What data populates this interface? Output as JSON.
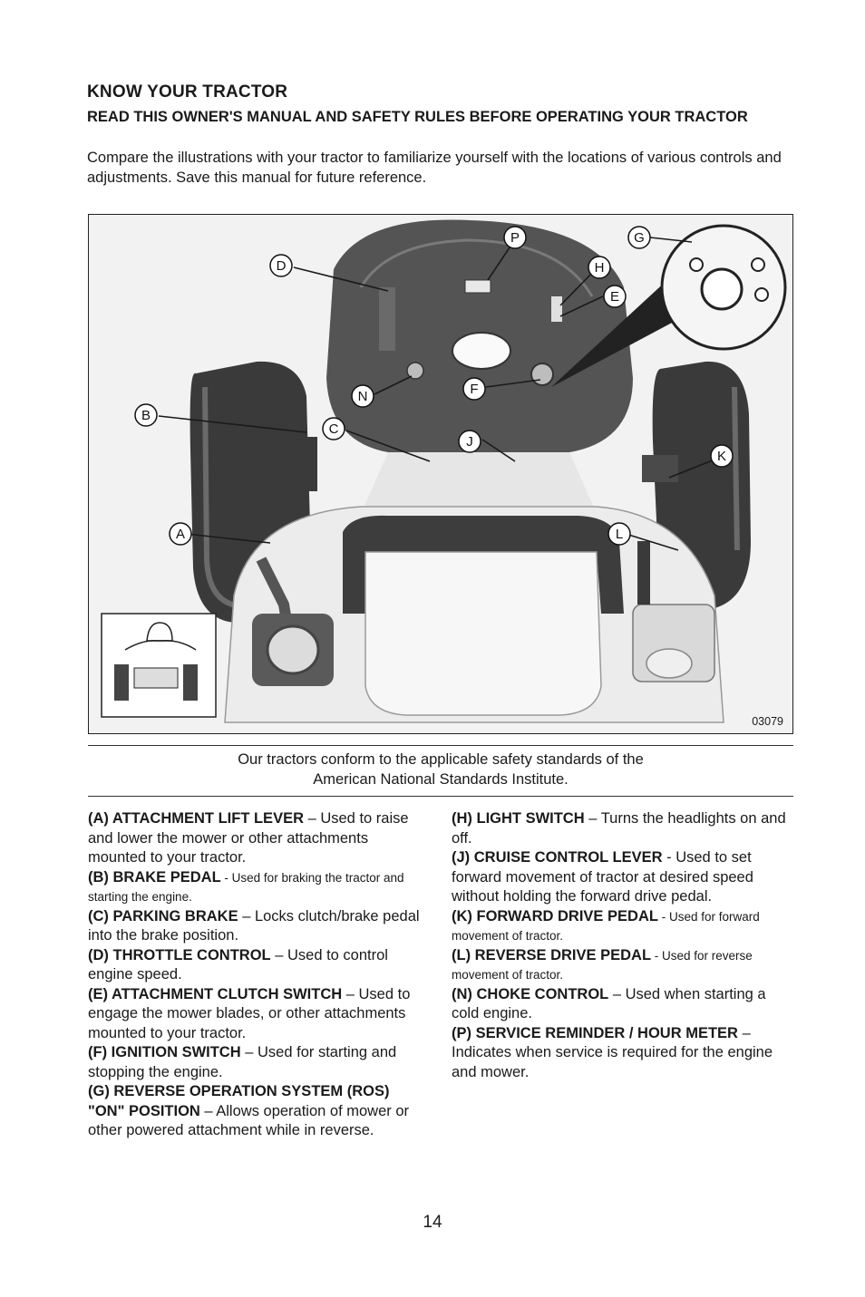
{
  "heading": "KNOW YOUR TRACTOR",
  "subheading": "READ THIS OWNER'S MANUAL AND SAFETY RULES BEFORE OPERATING YOUR TRACTOR",
  "intro": "Compare the illustrations with your tractor to familiarize yourself with the locations of various controls and adjustments. Save this manual for future reference.",
  "figure": {
    "figure_number": "03079",
    "callouts": [
      "P",
      "G",
      "D",
      "H",
      "E",
      "N",
      "F",
      "B",
      "C",
      "J",
      "K",
      "A",
      "L"
    ]
  },
  "caption": {
    "line1": "Our tractors conform to the applicable safety standards of the",
    "line2": "American National Standards Institute."
  },
  "left_items": [
    {
      "term": "(A) ATTACHMENT LIFT LEVER",
      "desc": " – Used to raise and lower the mower or other attachments mounted to your tractor.",
      "small": false
    },
    {
      "term": "(B) BRAKE PEDAL",
      "desc": " - Used for braking the tractor and starting the engine.",
      "small": true
    },
    {
      "term": "(C) PARKING BRAKE",
      "desc": " – Locks clutch/brake pedal into the brake position.",
      "small": false
    },
    {
      "term": "(D) THROTTLE CONTROL",
      "desc": " – Used to control engine speed.",
      "small": false
    },
    {
      "term": "(E) ATTACHMENT CLUTCH SWITCH",
      "desc": " – Used to engage the mower blades, or other attachments mounted to your tractor.",
      "small": false
    },
    {
      "term": "(F) IGNITION SWITCH",
      "desc": " – Used for starting and stopping the engine.",
      "small": false
    },
    {
      "term": "(G) REVERSE OPERATION SYSTEM (ROS) \"ON\" POSITION",
      "desc": " – Allows operation of mower or other powered attachment while in reverse.",
      "small": false
    }
  ],
  "right_items": [
    {
      "term": "(H) LIGHT SWITCH",
      "desc": " – Turns the headlights on and off.",
      "small": false
    },
    {
      "term": "(J) CRUISE CONTROL LEVER",
      "desc": " - Used to set forward movement of tractor at desired speed without holding the forward drive pedal.",
      "small": false
    },
    {
      "term": "(K) FORWARD DRIVE PEDAL",
      "desc": " - Used for forward movement of tractor.",
      "small": true
    },
    {
      "term": "(L) REVERSE DRIVE PEDAL",
      "desc": " - Used for reverse movement of tractor.",
      "small": true
    },
    {
      "term": "(N) CHOKE CONTROL",
      "desc": " – Used when starting a cold engine.",
      "small": false
    },
    {
      "term": "(P) SERVICE REMINDER / HOUR METER",
      "desc": " – Indicates when service is required for the engine and mower.",
      "small": false
    }
  ],
  "page_number": "14"
}
